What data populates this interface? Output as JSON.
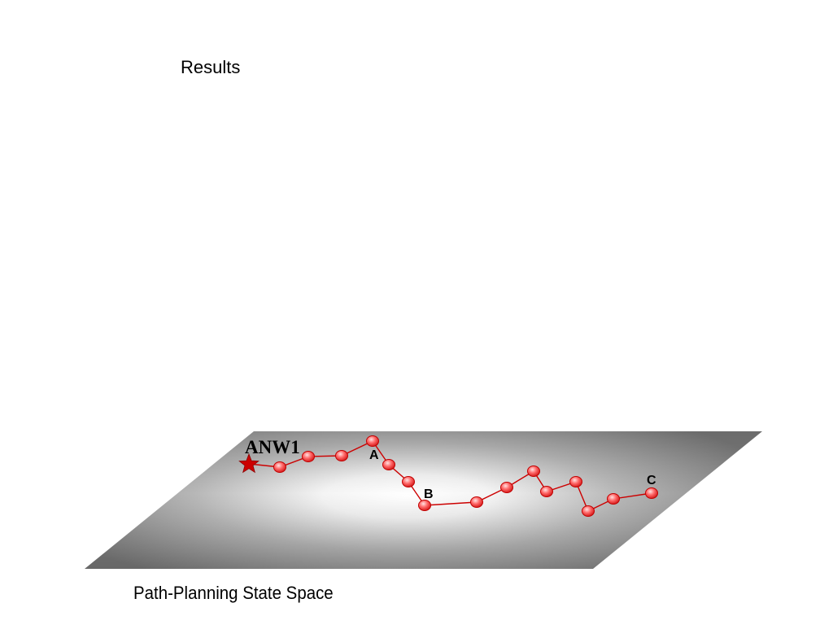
{
  "slide": {
    "title": "Results",
    "caption": "Path-Planning State Space"
  },
  "diagram": {
    "start_label": "ANW1",
    "point_labels": {
      "a": "A",
      "b": "B",
      "c": "C"
    },
    "start_marker_icon": "star-icon",
    "colors": {
      "path": "#cc0000",
      "node_fill": "#ee3333",
      "node_highlight": "#ffd6d6",
      "plane_dark": "#7a7a7a",
      "plane_light": "#ffffff"
    }
  }
}
